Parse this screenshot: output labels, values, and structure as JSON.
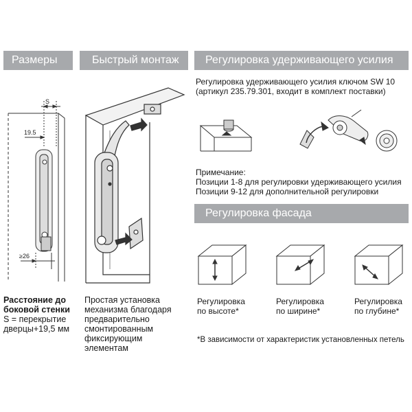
{
  "headers": {
    "sizes": "Размеры",
    "quick_mount": "Быстрый монтаж",
    "force_adjust": "Регулировка удерживающего усилия",
    "facade_adjust": "Регулировка фасада"
  },
  "sizes_section": {
    "dim_s": "S",
    "dim_19_5": "19.5",
    "dim_ge26": "≥26",
    "caption_bold_1": "Расстояние до",
    "caption_bold_2": "боковой стенки",
    "caption_line_3": "S = перекрытие",
    "caption_line_4": "дверцы+19,5 мм"
  },
  "quick_mount_section": {
    "caption_lines": [
      "Простая установка",
      "механизма благодаря",
      "предварительно",
      "смонтированным",
      "фиксирующим",
      "элементам"
    ]
  },
  "force_section": {
    "line_1": "Регулировка удерживающего усилия ключом SW 10",
    "line_2": "(артикул 235.79.301, входит в комплект поставки)",
    "note_title": "Примечание:",
    "note_1": "Позиции 1-8 для регулировки удерживающего усилия",
    "note_2": "Позиции 9-12 для дополнительной регулировки"
  },
  "facade_section": {
    "items": [
      {
        "line_1": "Регулировка",
        "line_2": "по высоте*"
      },
      {
        "line_1": "Регулировка",
        "line_2": "по ширине*"
      },
      {
        "line_1": "Регулировка",
        "line_2": "по глубине*"
      }
    ],
    "footnote": "*В зависимости от характеристик установленных петель"
  },
  "colors": {
    "header_bg": "#a7a9ac",
    "header_text": "#ffffff",
    "line": "#333333"
  }
}
